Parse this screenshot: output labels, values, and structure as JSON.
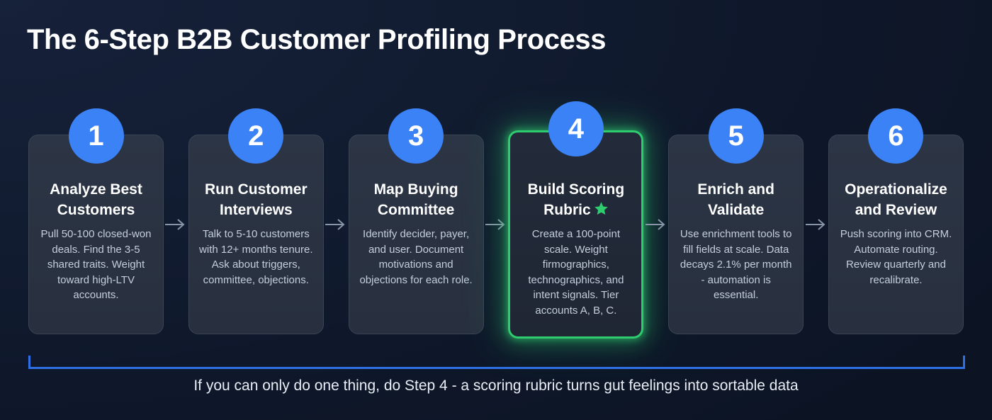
{
  "header": {
    "title": "The 6-Step B2B Customer Profiling Process"
  },
  "colors": {
    "background": "#111c31",
    "card": "#2b3443",
    "card_border": "#3a4455",
    "badge_blue": "#3b82f6",
    "highlight_green": "#2fcc6f",
    "bracket_blue": "#2f6fe4",
    "title_text": "#ffffff",
    "body_text": "#c3cedd",
    "arrow": "#8894a8"
  },
  "arrow_icon": "arrow-right-icon",
  "star_icon": "star-icon",
  "steps": [
    {
      "number": "1",
      "title": "Analyze Best Customers",
      "description": "Pull 50-100 closed-won deals. Find the 3-5 shared traits. Weight toward high-LTV accounts.",
      "highlighted": false,
      "starred": false
    },
    {
      "number": "2",
      "title": "Run Customer Interviews",
      "description": "Talk to 5-10 customers with 12+ months tenure. Ask about triggers, committee, objections.",
      "highlighted": false,
      "starred": false
    },
    {
      "number": "3",
      "title": "Map Buying Committee",
      "description": "Identify decider, payer, and user. Document motivations and objections for each role.",
      "highlighted": false,
      "starred": false
    },
    {
      "number": "4",
      "title": "Build Scoring Rubric",
      "description": "Create a 100-point scale. Weight firmographics, technographics, and intent signals. Tier accounts A, B, C.",
      "highlighted": true,
      "starred": true
    },
    {
      "number": "5",
      "title": "Enrich and Validate",
      "description": "Use enrichment tools to fill fields at scale. Data decays 2.1% per month - automation is essential.",
      "highlighted": false,
      "starred": false
    },
    {
      "number": "6",
      "title": "Operationalize and Review",
      "description": "Push scoring into CRM. Automate routing. Review quarterly and recalibrate.",
      "highlighted": false,
      "starred": false
    }
  ],
  "footer": {
    "caption": "If you can only do one thing, do Step 4 - a scoring rubric turns gut feelings into sortable data"
  }
}
